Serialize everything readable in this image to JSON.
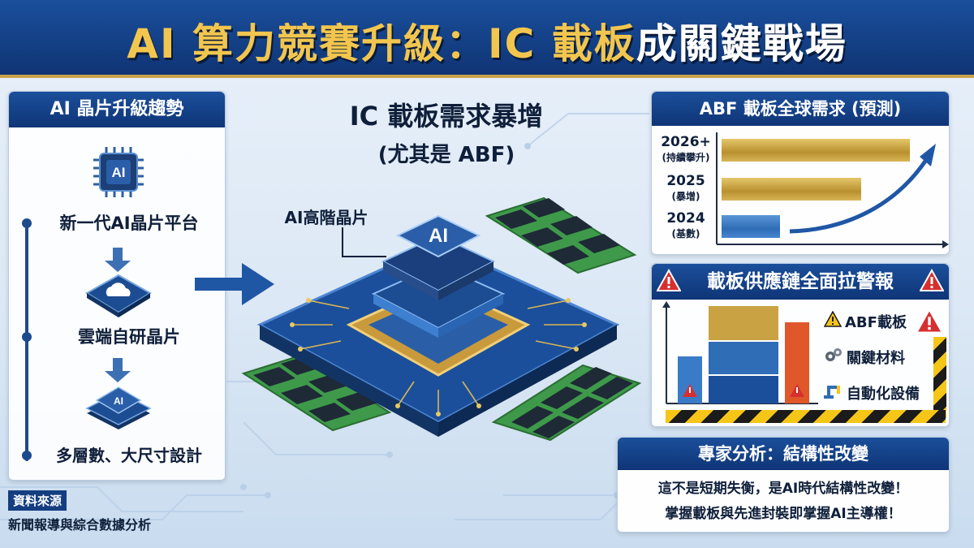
{
  "header": {
    "title_gold": "AI 算力競賽升級：IC 載板",
    "title_white": "成關鍵戰場"
  },
  "left_panel": {
    "title": "AI 晶片升級趨勢",
    "steps": [
      {
        "label": "新一代AI晶片平台",
        "icon": "ai-chip-icon"
      },
      {
        "label": "雲端自研晶片",
        "icon": "cloud-chip-icon"
      },
      {
        "label": "多層數、大尺寸設計",
        "icon": "multilayer-chip-icon"
      }
    ],
    "chip_icon_text": "AI"
  },
  "source": {
    "title": "資料來源",
    "text": "新聞報導與綜合數據分析"
  },
  "center": {
    "title": "IC 載板需求暴增",
    "subtitle": "(尤其是 ABF)",
    "chip_label": "AI高階晶片",
    "chip_text": "AI"
  },
  "abf_panel": {
    "title": "ABF 載板全球需求 (預測)",
    "rows": [
      {
        "year": "2026+",
        "note": "(持續攀升)"
      },
      {
        "year": "2025",
        "note": "(暴增)"
      },
      {
        "year": "2024",
        "note": "(基數)"
      }
    ]
  },
  "supply_panel": {
    "title": "載板供應鏈全面拉警報",
    "items": [
      {
        "label": "ABF載板",
        "icon": "warning-icon"
      },
      {
        "label": "關鍵材料",
        "icon": "gears-icon"
      },
      {
        "label": "自動化設備",
        "icon": "robot-arm-icon"
      }
    ]
  },
  "expert_panel": {
    "title": "專家分析：結構性改變",
    "lines": [
      "這不是短期失衡，是AI時代結構性改變！",
      "掌握載板與先進封裝即掌握AI主導權！"
    ]
  },
  "colors": {
    "header_blue": "#0f3474",
    "gold": "#f2c64e",
    "accent_blue": "#1d4a8c",
    "warning_red": "#d62f2f",
    "hazard_yellow": "#f5c518"
  }
}
